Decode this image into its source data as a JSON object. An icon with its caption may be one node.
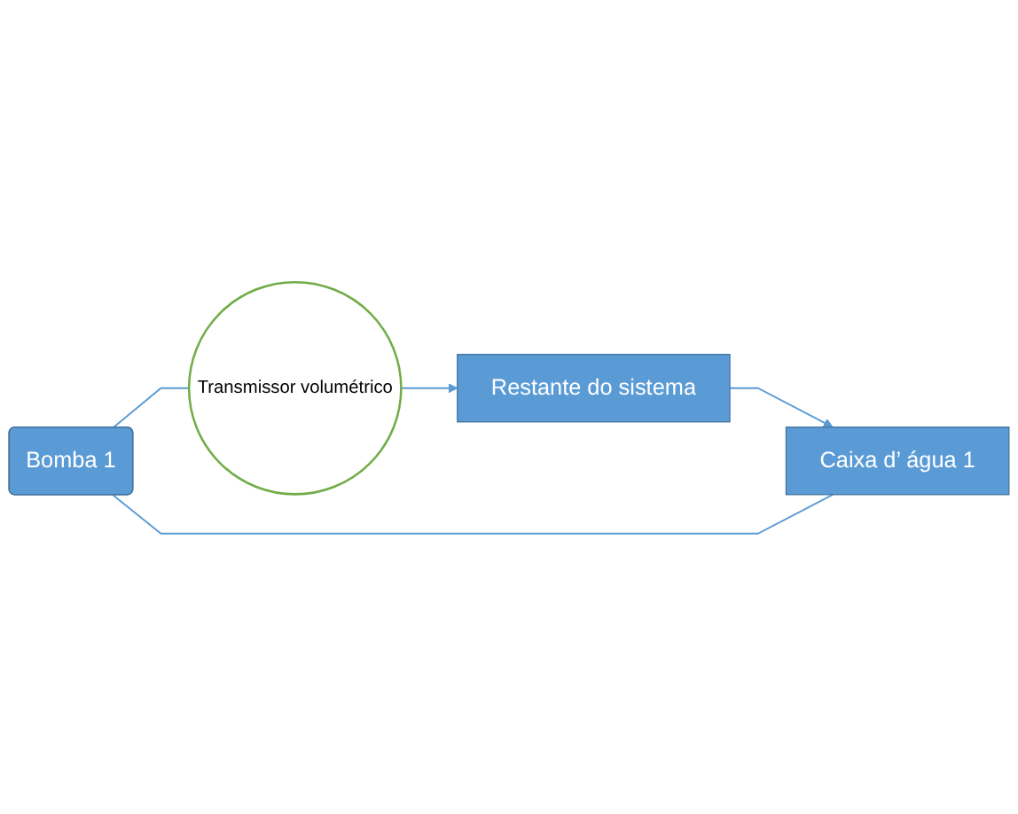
{
  "diagram": {
    "nodes": [
      {
        "text": [
          "Restante do sistema"
        ]
      },
      {
        "text": [
          "Transmissor volumétrico"
        ]
      },
      {
        "text": [
          "Bomba 1"
        ]
      },
      {
        "text": [
          "Caixa d’ água 1"
        ]
      }
    ],
    "edges": [
      {
        "from": 1,
        "to": 0,
        "arrow": "to"
      },
      {
        "from": 0,
        "to": 3,
        "arrow": "to"
      },
      {
        "from": 2,
        "to": 1,
        "arrow": "none"
      },
      {
        "from": 2,
        "to": 3,
        "arrow": "none"
      }
    ]
  }
}
